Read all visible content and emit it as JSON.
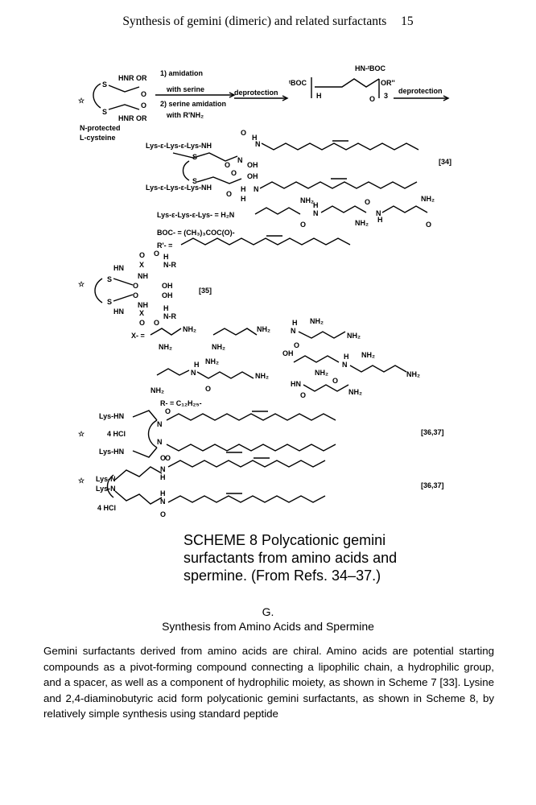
{
  "header": {
    "running_title": "Synthesis of gemini (dimeric) and related surfactants",
    "page_number": "15"
  },
  "scheme": {
    "labels": {
      "hnr_or_top": "HNR  OR",
      "hnr_or_bottom": "HNR  OR",
      "step1": "1) amidation",
      "step1b": "with serine",
      "step2": "2) serine amidation",
      "step2b": "with R'NH₂",
      "deprotection1": "deprotection",
      "deprotection2": "deprotection",
      "boc_top": "HN-ᵗBOC",
      "boc_left": "ᵗBOC",
      "or_prime": "OR''",
      "sup3": "3",
      "n_protected": "N-protected",
      "l_cysteine": "L-cysteine",
      "lys_chain_top": "Lys-ε-Lys-ε-Lys-NH",
      "lys_chain_bottom": "Lys-ε-Lys-ε-Lys-NH",
      "oh": "OH",
      "ref34": "[34]",
      "lys_def": "Lys-ε-Lys-ε-Lys- = H₂N",
      "boc_def": "BOC- = (CH₃)₃COC(O)-",
      "r_prime_def": "R'- =",
      "ref35": "[35]",
      "x_def": "X- =",
      "nh2": "NH₂",
      "r_def": "R- = C₁₂H₂₅-",
      "lys_hn": "Lys-HN",
      "hcl": "4 HCl",
      "ref3637a": "[36,37]",
      "ref3637b": "[36,37]",
      "lys_n": "Lys-N",
      "star": "☆"
    }
  },
  "caption": {
    "text": "SCHEME 8 Polycationic gemini surfactants from amino acids and spermine. (From Refs. 34–37.)"
  },
  "section": {
    "label": "G.",
    "title": "Synthesis from Amino Acids and Spermine"
  },
  "body": {
    "paragraph": "Gemini surfactants derived from amino acids are chiral. Amino acids are potential starting compounds as a pivot-forming compound connecting a lipophilic chain, a hydrophilic group, and a spacer, as well as a component of hydrophilic moiety, as shown in Scheme 7 [33]. Lysine and 2,4-diaminobutyric acid form polycationic gemini surfactants, as shown in Scheme 8, by relatively simple synthesis using standard peptide"
  }
}
